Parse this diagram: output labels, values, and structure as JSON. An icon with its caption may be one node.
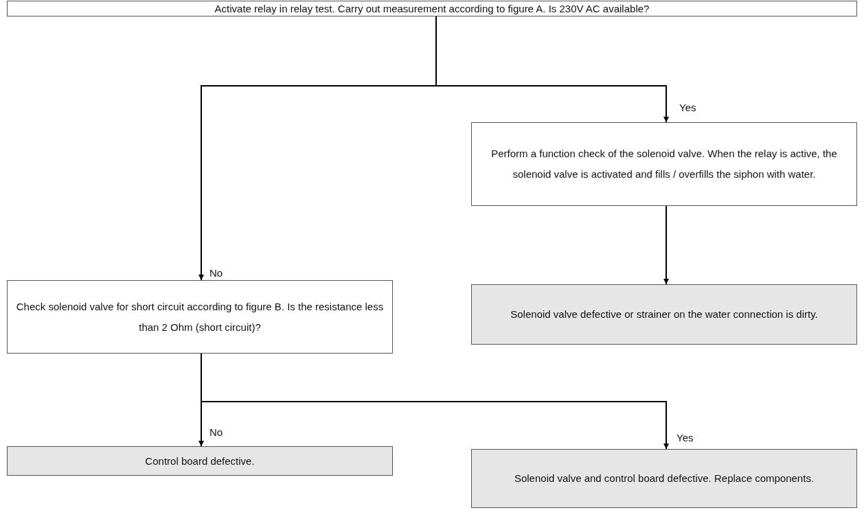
{
  "diagram": {
    "nodes": [
      {
        "text": [
          "Activate relay in relay test. Carry out measurement according to figure A. Is 230V AC available?"
        ]
      },
      {
        "text": [
          "Perform a function check of the solenoid valve. When the relay is active, the solenoid valve is activated and fills / overfills the siphon with water."
        ]
      },
      {
        "text": [
          "Solenoid valve defective or strainer on the water connection is dirty."
        ]
      },
      {
        "text": [
          "Check solenoid valve for short circuit according to figure B. Is the resistance less than 2 Ohm (short circuit)?"
        ]
      },
      {
        "text": [
          "Control board defective."
        ]
      },
      {
        "text": [
          "Solenoid valve and control board defective. Replace components."
        ]
      }
    ],
    "edges": [
      {
        "from": 0,
        "to": 3,
        "arrow": "to",
        "label": "No"
      },
      {
        "from": 0,
        "to": 1,
        "arrow": "to",
        "label": "Yes"
      },
      {
        "from": 1,
        "to": 2,
        "arrow": "to"
      },
      {
        "from": 3,
        "to": 4,
        "arrow": "to",
        "label": "No"
      },
      {
        "from": 3,
        "to": 5,
        "arrow": "to",
        "label": "Yes"
      }
    ]
  }
}
